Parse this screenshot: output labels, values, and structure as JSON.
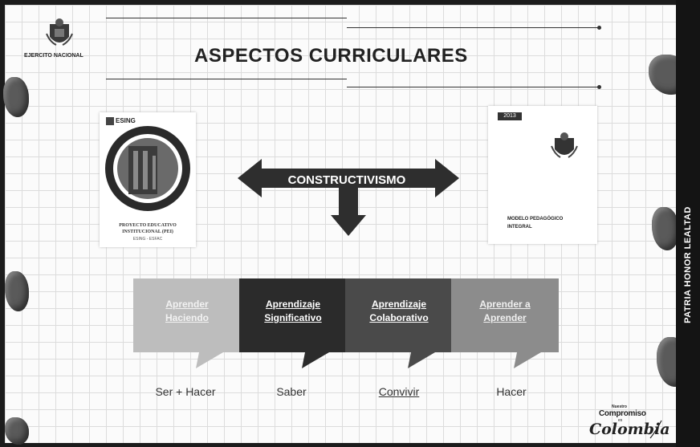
{
  "org": {
    "name": "EJERCITO NACIONAL"
  },
  "title": "ASPECTOS CURRICULARES",
  "sidebar": {
    "motto": "PATRIA HONOR LEALTAD"
  },
  "book_left": {
    "badge": "ESING",
    "title_lines": [
      "PROYECTO EDUCATIVO",
      "INSTITUCIONAL (PEI)"
    ],
    "subtitle": "ESING - ESFAC"
  },
  "book_right": {
    "year": "2013",
    "title_lines": [
      "MODELO PEDAGÓGICO",
      "INTEGRAL"
    ]
  },
  "center_concept": "CONSTRUCTIVISMO",
  "pillars": [
    {
      "label_lines": [
        "Aprender",
        "Haciendo"
      ],
      "below": "Ser + Hacer",
      "color": "#bdbdbd"
    },
    {
      "label_lines": [
        "Aprendizaje",
        "Significativo"
      ],
      "below": "Saber",
      "color": "#2b2b2b"
    },
    {
      "label_lines": [
        "Aprendizaje",
        "Colaborativo"
      ],
      "below": "Convivir",
      "color": "#4a4a4a"
    },
    {
      "label_lines": [
        "Aprender a",
        "Aprender"
      ],
      "below": "Hacer",
      "color": "#8c8c8c"
    }
  ],
  "brand": {
    "line1": "Nuestro",
    "line2": "Compromiso",
    "line3": "es",
    "line4": "Colombia"
  }
}
